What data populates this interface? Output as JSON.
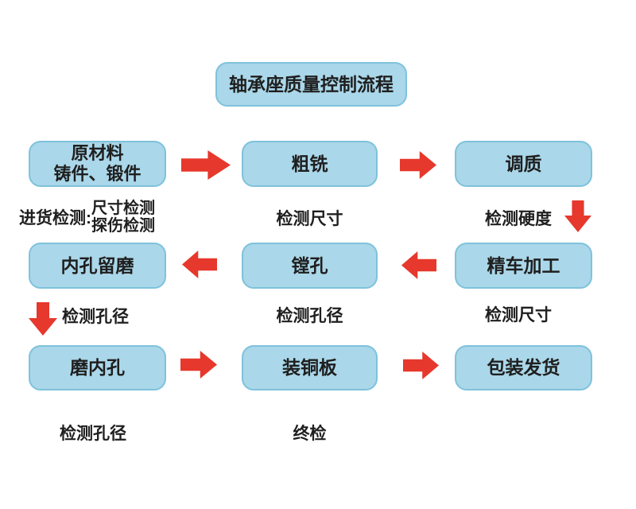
{
  "title": "轴承座质量控制流程",
  "colors": {
    "background": "#ffffff",
    "box-fill": "#aad7e9",
    "box-border": "#7fc2dc",
    "arrow": "#e6382c",
    "text": "#1f1f1f"
  },
  "row1": {
    "box1": {
      "line1": "原材料",
      "line2": "铸件、锻件"
    },
    "box2": "粗铣",
    "box3": "调质",
    "note1": {
      "prefix": "进货检测:",
      "line1": "尺寸检测",
      "line2": "探伤检测"
    },
    "note2": "检测尺寸",
    "note3": "检测硬度"
  },
  "row2": {
    "box1": "内孔留磨",
    "box2": "镗孔",
    "box3": "精车加工",
    "note1": "检测孔径",
    "note2": "检测孔径",
    "note3": "检测尺寸"
  },
  "row3": {
    "box1": "磨内孔",
    "box2": "装铜板",
    "box3": "包装发货",
    "note1": "检测孔径",
    "note2": "终检"
  }
}
